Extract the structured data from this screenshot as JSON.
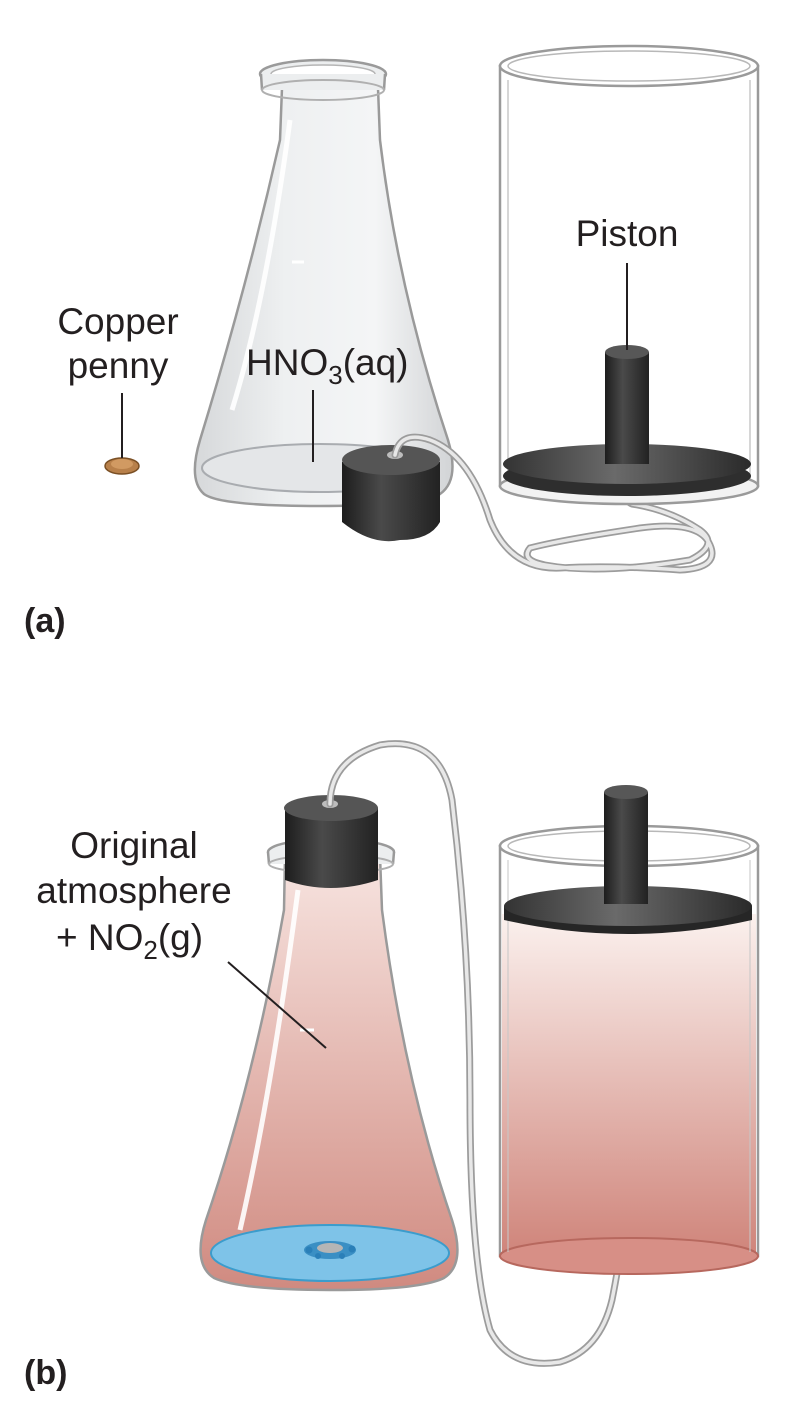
{
  "panel_a": {
    "label": "(a)",
    "penny_label_line1": "Copper",
    "penny_label_line2": "penny",
    "acid_label_main": "HNO",
    "acid_label_sub": "3",
    "acid_label_end": "(aq)",
    "piston_label": "Piston"
  },
  "panel_b": {
    "label": "(b)",
    "gas_label_line1": "Original",
    "gas_label_line2": "atmosphere",
    "gas_label_line3_main": "+ NO",
    "gas_label_line3_sub": "2",
    "gas_label_line3_end": "(g)"
  },
  "colors": {
    "gas": "#d9857d",
    "copper": "#b8804a",
    "solution_blue": "#7ec3e8",
    "rubber": "#2b2b2b",
    "glass_edge": "#9a9a9a"
  }
}
